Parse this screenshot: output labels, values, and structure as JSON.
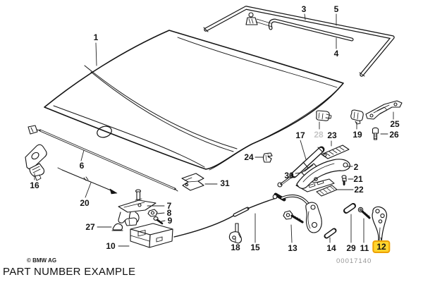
{
  "footer": {
    "copyright": "© BMW AG",
    "caption": "PART NUMBER EXAMPLE",
    "diagram_number": "00017140"
  },
  "highlight": {
    "part": "12",
    "fill": "#FFD42E",
    "border": "#EDA000"
  },
  "style": {
    "ink": "#141414",
    "gray_label": "#C6C6C6",
    "background": "#FFFFFF"
  },
  "labels": {
    "p1": "1",
    "p2": "2",
    "p3": "3",
    "p4": "4",
    "p5": "5",
    "p6": "6",
    "p7": "7",
    "p8": "8",
    "p9": "9",
    "p10": "10",
    "p11": "11",
    "p12": "12",
    "p13": "13",
    "p14": "14",
    "p15": "15",
    "p16": "16",
    "p17": "17",
    "p18": "18",
    "p19": "19",
    "p20": "20",
    "p21": "21",
    "p22": "22",
    "p23": "23",
    "p24": "24",
    "p25": "25",
    "p26": "26",
    "p27": "27",
    "p28": "28",
    "p29": "29",
    "p30": "30",
    "p31": "31"
  }
}
